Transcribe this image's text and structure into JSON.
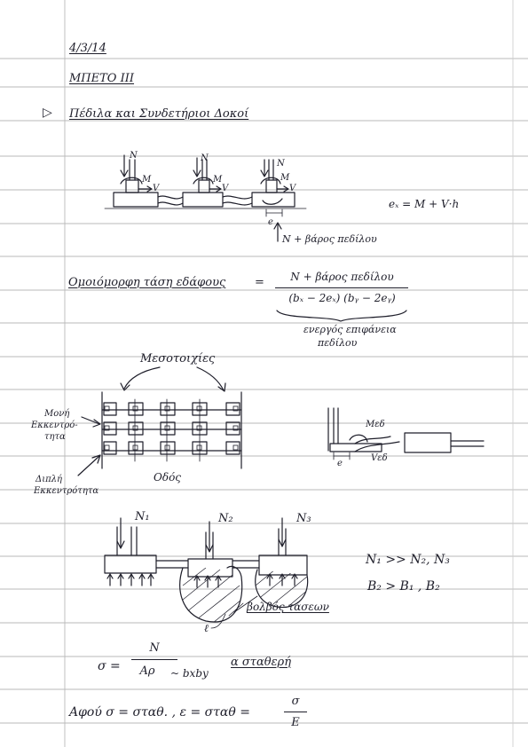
{
  "header": {
    "date": "4/3/14",
    "unit": "ΜΠΕΤΟ ΙΙΙ"
  },
  "section": {
    "bullet": "▷",
    "title": "Πέδιλα και Συνδετήριοι Δοκοί"
  },
  "fig1": {
    "labels_N": [
      "N",
      "N",
      "N"
    ],
    "labels_M": [
      "M",
      "M",
      "M"
    ],
    "labels_V": [
      "V",
      "V",
      "V"
    ],
    "label_e": "e",
    "eq": "eₓ = M + V·h",
    "reaction": "N + βάρος πεδίλου"
  },
  "uniform": {
    "lhs": "Ομοιόμορφη τάση εδάφους",
    "equals": "=",
    "numerator": "N + βάρος πεδίλου",
    "denominator": "(bₓ − 2eₓ) (bᵧ − 2eᵧ)",
    "brace_note_1": "ενεργός επιφάνεια",
    "brace_note_2": "πεδίλου"
  },
  "plan": {
    "title": "Μεσοτοιχίες",
    "left_top_1": "Μονή",
    "left_top_2": "Εκκεντρό-",
    "left_top_3": "τητα",
    "left_bottom_1": "Διπλή",
    "left_bottom_2": "Εκκεντρότητα",
    "road": "Οδός"
  },
  "fig2": {
    "label_M": "Mεδ",
    "label_V": "Vεδ",
    "label_e": "e"
  },
  "fig3": {
    "n1": "N₁",
    "n2": "N₂",
    "n3": "N₃",
    "rel1": "N₁ >> N₂, N₃",
    "rel2": "B₂ > B₁ , B₂",
    "bulb": "βολβός τάσεων",
    "mark": "ℓ"
  },
  "sigma": {
    "lhs": "σ =",
    "num": "N",
    "den": "Aρ",
    "approx": "~ bxby",
    "note": "α σταθερή"
  },
  "final": {
    "text": "Αφού σ = σταθ. , ε = σταθ =",
    "num": "σ",
    "den": "E"
  }
}
